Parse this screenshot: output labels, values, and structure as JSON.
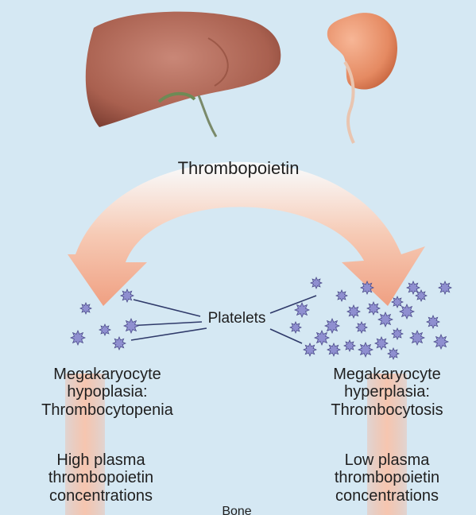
{
  "diagram": {
    "hormone_label": "Thrombopoietin",
    "platelets_label": "Platelets",
    "left": {
      "condition_lines": [
        "Megakaryocyte",
        "hypoplasia:",
        "Thrombocytopenia"
      ],
      "concentration_lines": [
        "High plasma",
        "thrombopoietin",
        "concentrations"
      ]
    },
    "right": {
      "condition_lines": [
        "Megakaryocyte",
        "hyperplasia:",
        "Thrombocytosis"
      ],
      "concentration_lines": [
        "Low plasma",
        "thrombopoietin",
        "concentrations"
      ]
    },
    "bottom_cut_label": "Bone"
  },
  "colors": {
    "background": "#d5e8f3",
    "liver": "#b06a5a",
    "kidney": "#e58f6a",
    "arrow": "#f4b49a",
    "platelet": "#8f8fd0"
  }
}
